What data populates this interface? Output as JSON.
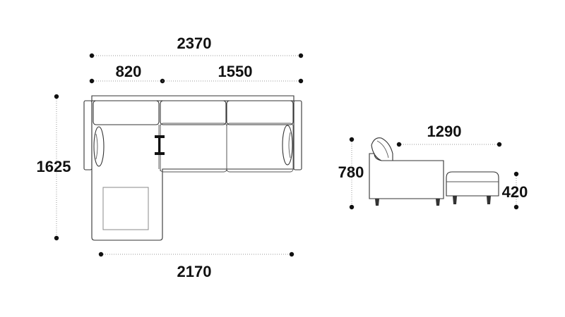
{
  "dimensions": {
    "total_width": "2370",
    "chaise_width": "820",
    "sofa_section_width": "1550",
    "total_depth": "1625",
    "base_width": "2170",
    "side_depth": "1290",
    "back_height": "780",
    "seat_height": "420"
  },
  "colors": {
    "outline": "#333333",
    "text": "#111111",
    "dimension_line": "#9a9a9a"
  }
}
